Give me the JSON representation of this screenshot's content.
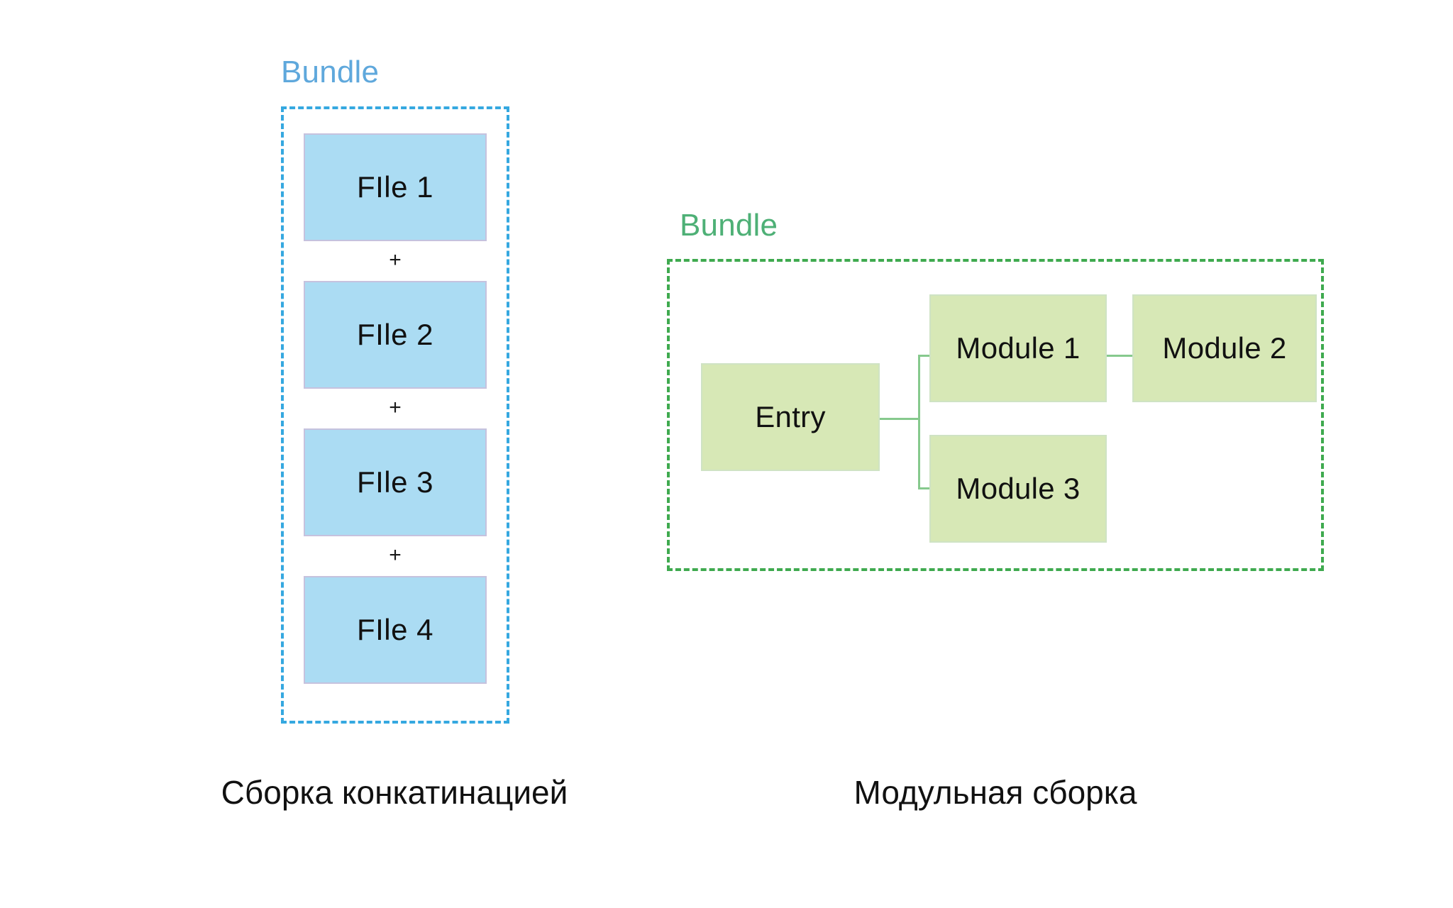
{
  "diagram": {
    "left": {
      "bundle_label": "Bundle",
      "bundle_color": "#5fa8dc",
      "frame_color": "#35a8e0",
      "box_fill": "#abdcf3",
      "box_border": "#c6c2de",
      "items": [
        {
          "label": "FIle 1"
        },
        {
          "label": "FIle 2"
        },
        {
          "label": "FIle 3"
        },
        {
          "label": "FIle 4"
        }
      ],
      "separators": [
        "+",
        "+",
        "+"
      ],
      "caption": "Сборка конкатинацией"
    },
    "right": {
      "bundle_label": "Bundle",
      "bundle_color": "#4eb076",
      "frame_color": "#3faa4f",
      "box_fill": "#d7e8b6",
      "box_border": "#cfe3c4",
      "connector_color": "#86c98d",
      "nodes": {
        "entry": "Entry",
        "module1": "Module 1",
        "module2": "Module 2",
        "module3": "Module 3"
      },
      "edges": [
        {
          "from": "Entry",
          "to": "Module 1"
        },
        {
          "from": "Entry",
          "to": "Module 3"
        },
        {
          "from": "Module 1",
          "to": "Module 2"
        }
      ],
      "caption": "Модульная сборка"
    }
  }
}
